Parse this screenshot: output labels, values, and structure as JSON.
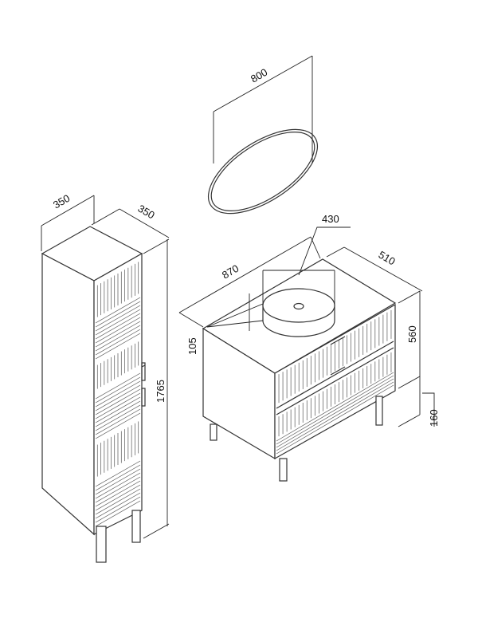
{
  "dimensions": {
    "mirror_diameter": "800",
    "tall_cabinet_width": "350",
    "tall_cabinet_depth": "350",
    "tall_cabinet_height": "1765",
    "basin_diameter": "430",
    "vanity_width": "870",
    "vanity_depth": "510",
    "vanity_height": "560",
    "leg_height": "160",
    "basin_height": "105"
  }
}
